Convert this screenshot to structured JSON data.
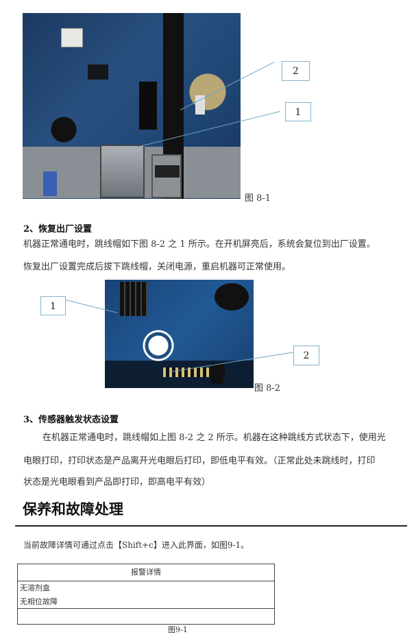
{
  "figure1": {
    "caption": "图 8-1",
    "callout_1": "1",
    "callout_2": "2"
  },
  "section2": {
    "heading": "2、恢复出厂设置",
    "line1": "机器正常通电时，跳线帽如下图 8-2 之 1 所示。在开机屏亮后，系统会复位到出厂设置。",
    "line2": "恢复出厂设置完成后拔下跳线帽，关闭电源，重启机器可正常使用。"
  },
  "figure2": {
    "caption": "图 8-2",
    "callout_1": "1",
    "callout_2": "2"
  },
  "section3": {
    "heading": "3、传感器触发状态设置",
    "line1": "在机器正常通电时，跳线帽如上图 8-2 之 2 所示。机器在这种跳线方式状态下，使用光",
    "line2": "电眼打印，打印状态是产品离开光电眼后打印，即低电平有效。（正常此处未跳线时，打印",
    "line3": "状态是光电眼看到产品即打印，即高电平有效）"
  },
  "maintenance": {
    "title": "保养和故障处理",
    "intro": "当前故障详情可通过点击【Shift+c】进入此界面，如图9-1。"
  },
  "alarm_table": {
    "header": "报警详情",
    "rows": [
      "无溶剂盒",
      "无相位故障"
    ],
    "caption": "图9-1"
  }
}
